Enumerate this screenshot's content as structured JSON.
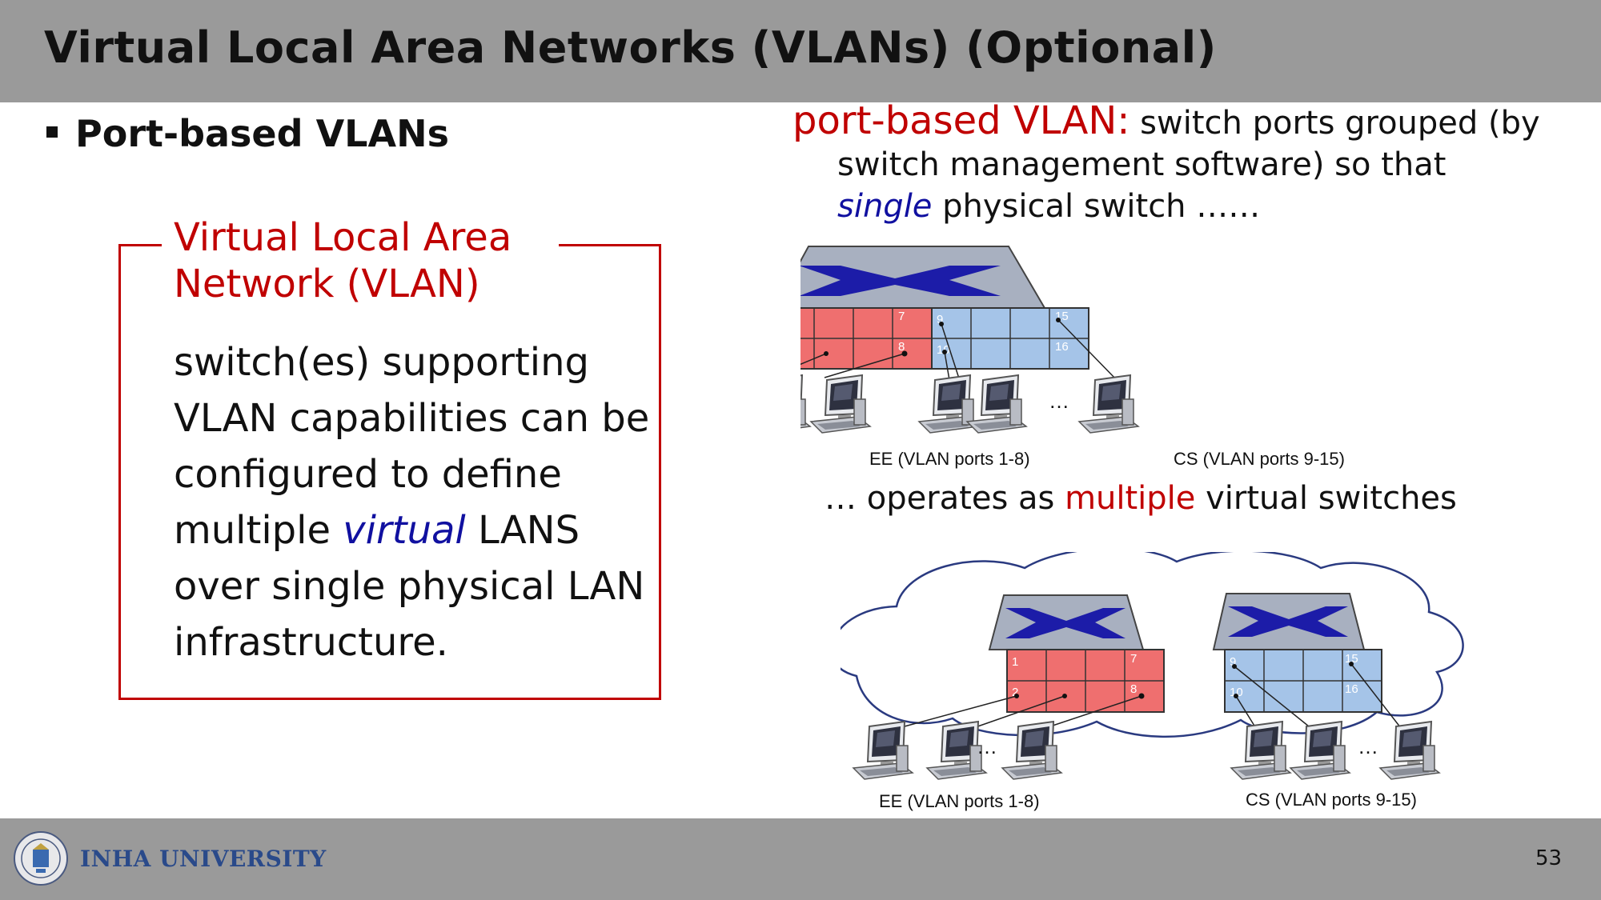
{
  "slide": {
    "title": "Virtual Local Area Networks (VLANs) (Optional)",
    "bullet": "Port-based VLANs",
    "page_number": "53"
  },
  "definition": {
    "title": "Virtual Local Area Network (VLAN)",
    "body_before": "switch(es) supporting VLAN capabilities can be configured to define multiple ",
    "body_em": "virtual",
    "body_after": " LANS over single physical LAN infrastructure."
  },
  "right": {
    "lead": "port-based VLAN:",
    "line1_rest": " switch ports grouped (by",
    "line2": "switch management software) so that",
    "line3_em": "single",
    "line3_rest": " physical switch ……",
    "operates_before": "… operates as ",
    "operates_hl": "multiple",
    "operates_after": " virtual switches"
  },
  "diagram": {
    "ports": [
      "1",
      "2",
      "7",
      "8",
      "9",
      "10",
      "15",
      "16"
    ],
    "ellipsis": "…",
    "label_ee": "EE (VLAN ports 1-8)",
    "label_cs": "CS (VLAN ports 9-15)",
    "colors": {
      "ee": "#ef6f6f",
      "cs": "#a5c4e8",
      "switch_top": "#a8b0c0",
      "x_mark": "#1c1ca8"
    }
  },
  "footer": {
    "university": "INHA UNIVERSITY",
    "logo_icon": "inha-university-seal-icon"
  }
}
